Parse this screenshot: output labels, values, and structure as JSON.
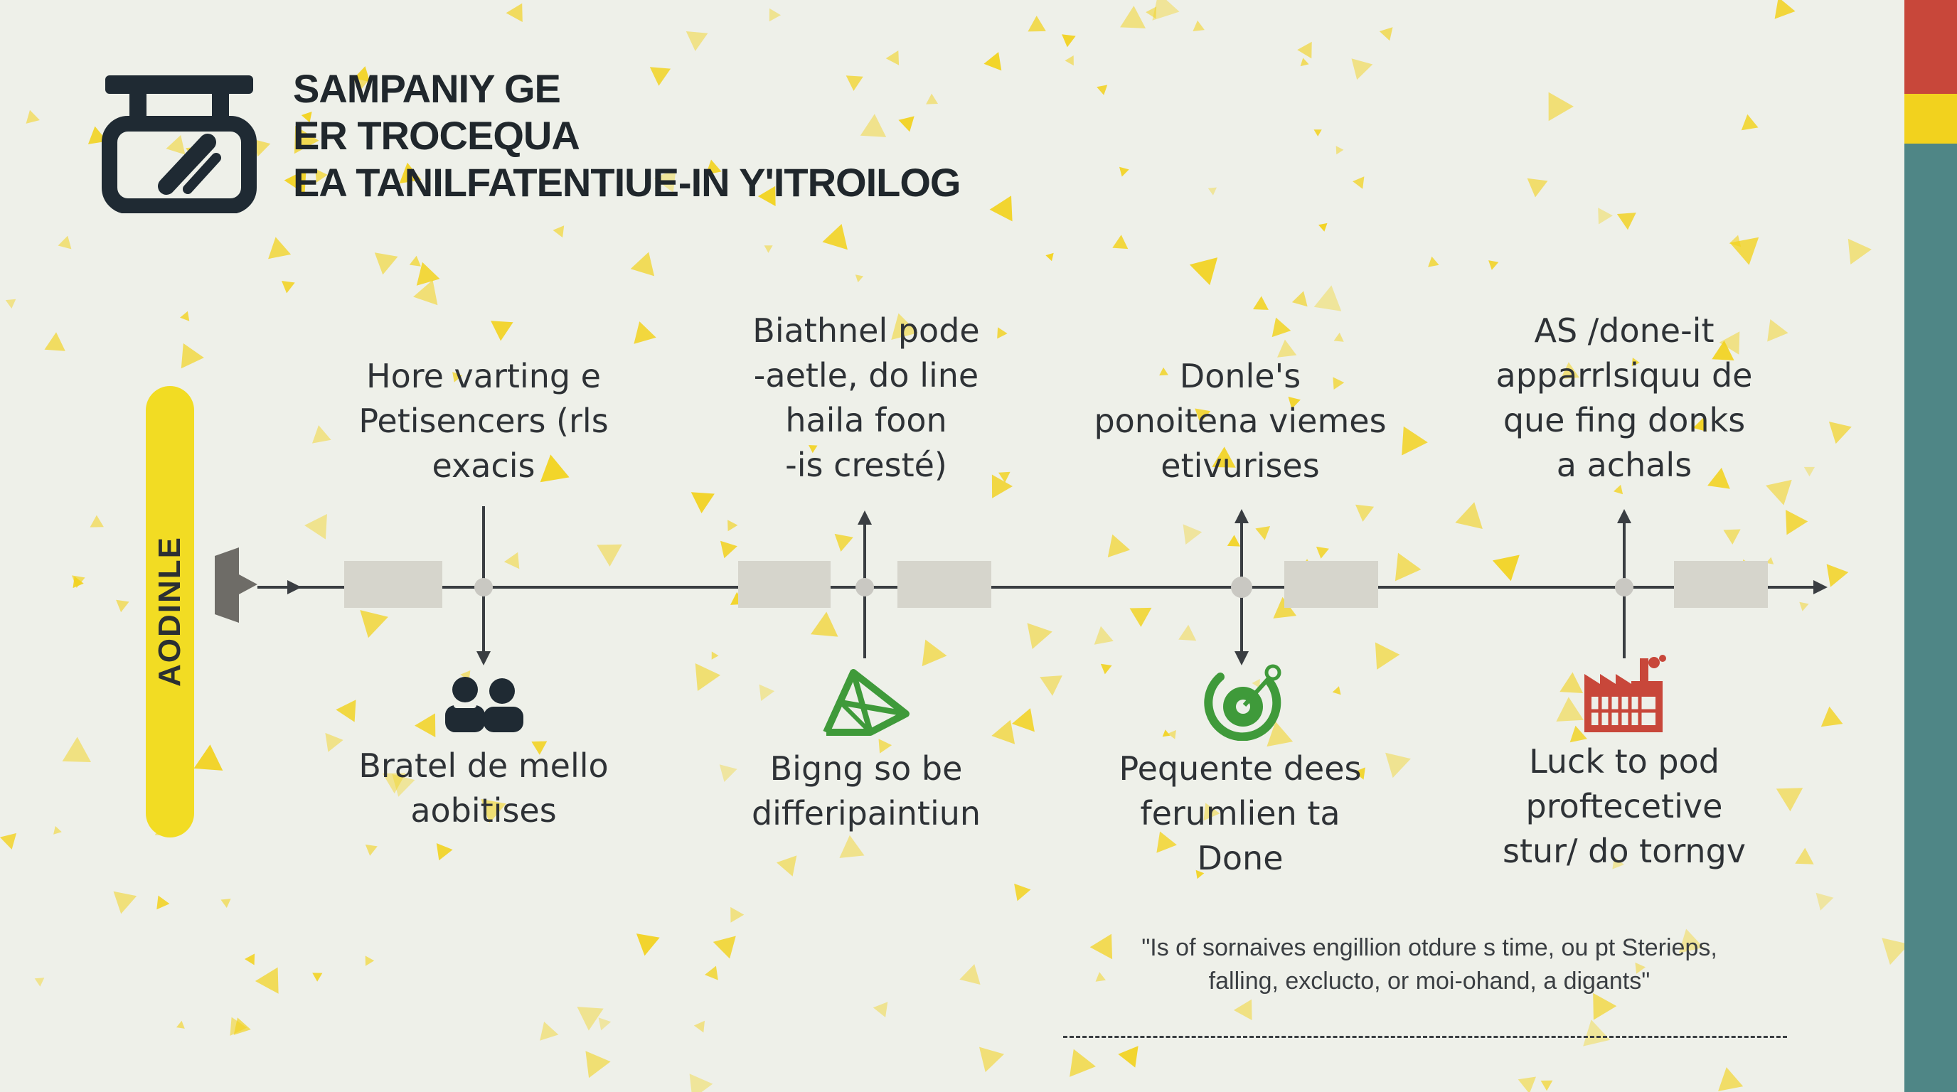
{
  "header": {
    "title_lines": [
      "SAMPANIY GE",
      "ER TROCEQUA",
      "EA TANILFATENTIUE-IN Y'ITROILOG"
    ]
  },
  "side_label": "AODINLE",
  "milestones": [
    {
      "top_lines": [
        "Hore varting e",
        "Petisencers (rls",
        "exacis"
      ],
      "bottom_lines": [
        "Bratel de mello",
        "aobitises"
      ],
      "icon": "people-icon",
      "icon_color": "#1f2a33"
    },
    {
      "top_lines": [
        "Biathnel pode",
        "-aetle, do line",
        "haila foon",
        "-is cresté)"
      ],
      "bottom_lines": [
        "Bigng so be",
        "differipaintiun"
      ],
      "icon": "map-icon",
      "icon_color": "#3f9a3a"
    },
    {
      "top_lines": [
        "Donle's",
        "ponoitena viemes",
        "etivurises"
      ],
      "bottom_lines": [
        "Pequente dees",
        "ferumlien ta",
        "Done"
      ],
      "icon": "target-icon",
      "icon_color": "#3f9a3a"
    },
    {
      "top_lines": [
        "AS /done-it",
        "apparrlsiquu de",
        "que fing donks",
        "a achals"
      ],
      "bottom_lines": [
        "Luck to pod",
        "proftecetive",
        "stur/ do torngv"
      ],
      "icon": "factory-icon",
      "icon_color": "#c8473a"
    }
  ],
  "quote_lines": [
    "\"Is of sornaives engillion otdure s time, ou pt Sterieps,",
    "falling, exclucto, or moi-ohand, a digants\""
  ],
  "colors": {
    "background": "#eef0e9",
    "confetti": "#f2d21e",
    "pill": "#f2dc23",
    "strip_red": "#c8473a",
    "strip_yellow": "#f2d21e",
    "strip_teal": "#4f8686",
    "line": "#3a3e42",
    "block": "#d6d5cc"
  }
}
